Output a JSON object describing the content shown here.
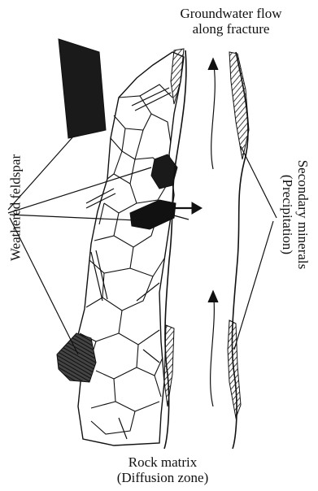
{
  "labels": {
    "flow": [
      "Groundwater flow",
      "along fracture"
    ],
    "matrix": [
      "Rock matrix",
      "(Diffusion zone)"
    ],
    "feldspar": "Weathered feldspar",
    "secondary": [
      "Secondary minerals",
      "(Precipitation)"
    ]
  },
  "colors": {
    "ink": "#111111",
    "background": "#ffffff"
  }
}
